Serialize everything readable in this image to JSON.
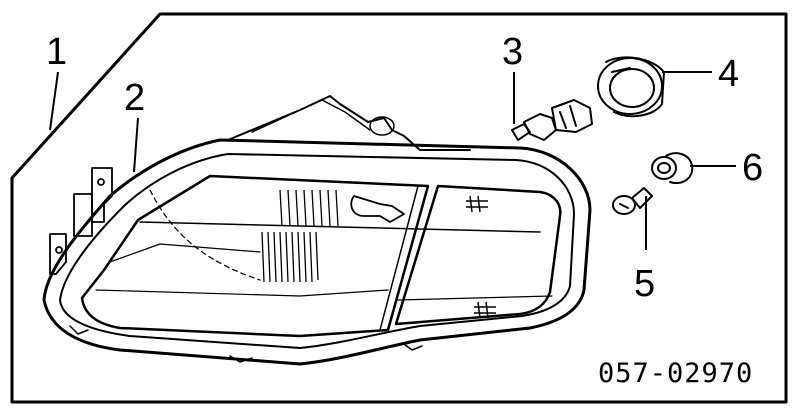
{
  "diagram": {
    "callouts": [
      {
        "id": "1",
        "label": "1"
      },
      {
        "id": "2",
        "label": "2"
      },
      {
        "id": "3",
        "label": "3"
      },
      {
        "id": "4",
        "label": "4"
      },
      {
        "id": "5",
        "label": "5"
      },
      {
        "id": "6",
        "label": "6"
      }
    ],
    "part_code": "057-02970"
  }
}
